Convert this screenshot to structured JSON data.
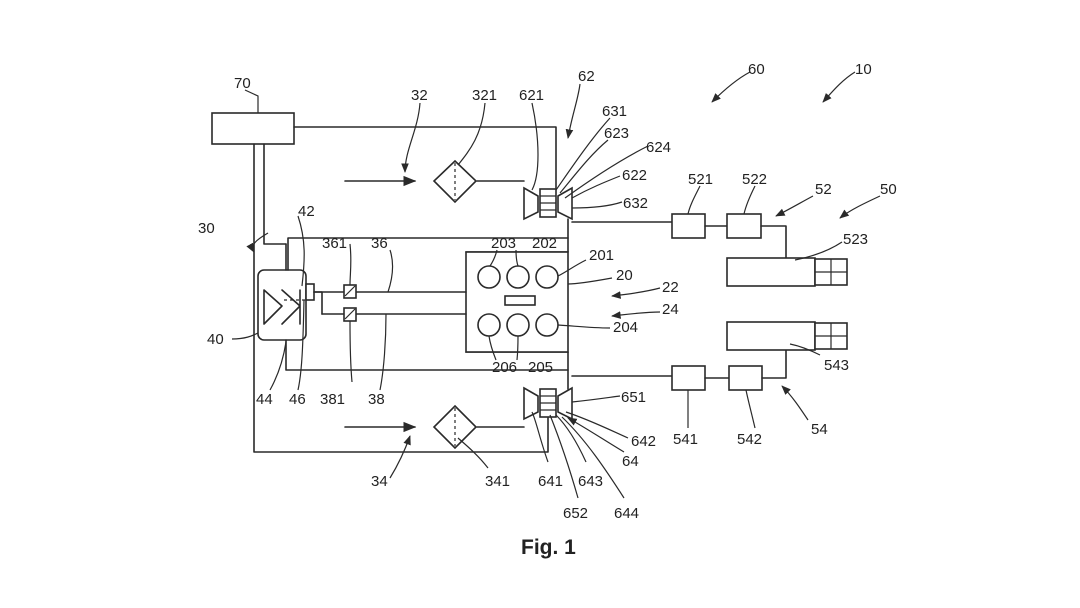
{
  "caption": "Fig. 1",
  "labels": {
    "l10": "10",
    "l20": "20",
    "l22": "22",
    "l24": "24",
    "l30": "30",
    "l32": "32",
    "l34": "34",
    "l36": "36",
    "l38": "38",
    "l40": "40",
    "l42": "42",
    "l44": "44",
    "l46": "46",
    "l50": "50",
    "l52": "52",
    "l54": "54",
    "l60": "60",
    "l62": "62",
    "l64": "64",
    "l70": "70",
    "l201": "201",
    "l202": "202",
    "l203": "203",
    "l204": "204",
    "l205": "205",
    "l206": "206",
    "l321": "321",
    "l341": "341",
    "l361": "361",
    "l381": "381",
    "l521": "521",
    "l522": "522",
    "l523": "523",
    "l541": "541",
    "l542": "542",
    "l543": "543",
    "l621": "621",
    "l622": "622",
    "l623": "623",
    "l624": "624",
    "l631": "631",
    "l632": "632",
    "l641": "641",
    "l642": "642",
    "l643": "643",
    "l644": "644",
    "l651": "651",
    "l652": "652"
  }
}
